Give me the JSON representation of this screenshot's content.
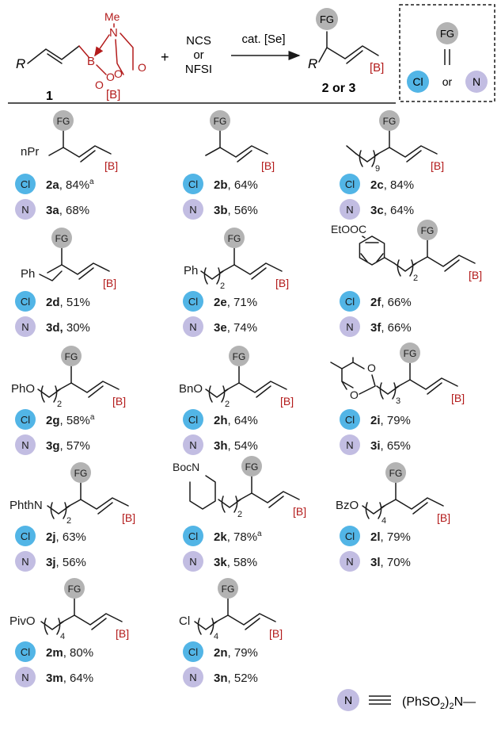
{
  "header": {
    "substrate_label": "1",
    "substrate_R": "R",
    "bmida_N": "N",
    "bmida_Me": "Me",
    "bmida_B": "B",
    "bmida_O": "O",
    "bmida_tag": "[B]",
    "plus": "+",
    "reagent_1": "NCS",
    "reagent_or": "or",
    "reagent_2": "NFSI",
    "catalyst": "cat. [Se]",
    "product_FG": "FG",
    "product_R": "R",
    "product_B": "[B]",
    "product_label": "2 or 3",
    "legend_FG": "FG",
    "legend_Cl": "Cl",
    "legend_or": "or",
    "legend_N": "N"
  },
  "colors": {
    "fg_circle": "#b3b3b3",
    "cl_circle": "#52b5e6",
    "n_circle": "#c2bde2",
    "boron_red": "#b31b1b",
    "text": "#1a1a1a"
  },
  "labels": {
    "fg": "FG",
    "cl": "Cl",
    "n": "N",
    "b": "[B]"
  },
  "compounds": [
    {
      "substituent": "nPr",
      "cl_id": "2a",
      "cl_yield": ", 84%",
      "cl_note": "a",
      "n_id": "3a",
      "n_yield": ", 68%",
      "n_note": ""
    },
    {
      "substituent": "",
      "cl_id": "2b",
      "cl_yield": ", 64%",
      "cl_note": "",
      "n_id": "3b",
      "n_yield": ", 56%",
      "n_note": ""
    },
    {
      "substituent": "",
      "chain_n": "9",
      "cl_id": "2c",
      "cl_yield": ", 84%",
      "cl_note": "",
      "n_id": "3c",
      "n_yield": ", 64%",
      "n_note": ""
    },
    {
      "substituent": "Ph",
      "cl_id": "2d",
      "cl_yield": ", 51%",
      "cl_note": "",
      "n_id": "3d,",
      "n_yield": " 30%",
      "n_note": ""
    },
    {
      "substituent": "Ph",
      "chain_n": "2",
      "cl_id": "2e",
      "cl_yield": ", 71%",
      "cl_note": "",
      "n_id": "3e",
      "n_yield": ", 74%",
      "n_note": ""
    },
    {
      "substituent": "EtOOC",
      "chain_n": "2",
      "cl_id": "2f",
      "cl_yield": ", 66%",
      "cl_note": "",
      "n_id": "3f",
      "n_yield": ", 66%",
      "n_note": ""
    },
    {
      "substituent": "PhO",
      "chain_n": "2",
      "cl_id": "2g",
      "cl_yield": ", 58%",
      "cl_note": "a",
      "n_id": "3g",
      "n_yield": ", 57%",
      "n_note": ""
    },
    {
      "substituent": "BnO",
      "chain_n": "2",
      "cl_id": "2h",
      "cl_yield": ", 64%",
      "cl_note": "",
      "n_id": "3h",
      "n_yield": ", 54%",
      "n_note": ""
    },
    {
      "substituent": "",
      "ring_O": "O",
      "chain_n": "3",
      "cl_id": "2i",
      "cl_yield": ", 79%",
      "cl_note": "",
      "n_id": "3i",
      "n_yield": ", 65%",
      "n_note": ""
    },
    {
      "substituent": "PhthN",
      "chain_n": "2",
      "cl_id": "2j",
      "cl_yield": ", 63%",
      "cl_note": "",
      "n_id": "3j",
      "n_yield": ", 56%",
      "n_note": ""
    },
    {
      "substituent": "BocN",
      "chain_n": "2",
      "cl_id": "2k",
      "cl_yield": ", 78%",
      "cl_note": "a",
      "n_id": "3k",
      "n_yield": ", 58%",
      "n_note": ""
    },
    {
      "substituent": "BzO",
      "chain_n": "4",
      "cl_id": "2l",
      "cl_yield": ", 79%",
      "cl_note": "",
      "n_id": "3l",
      "n_yield": ", 70%",
      "n_note": ""
    },
    {
      "substituent": "PivO",
      "chain_n": "4",
      "cl_id": "2m",
      "cl_yield": ", 80%",
      "cl_note": "",
      "n_id": "3m",
      "n_yield": ", 64%",
      "n_note": ""
    },
    {
      "substituent": "Cl",
      "chain_n": "4",
      "cl_id": "2n",
      "cl_yield": ", 79%",
      "cl_note": "",
      "n_id": "3n",
      "n_yield": ", 52%",
      "n_note": ""
    }
  ],
  "footnote_legend": {
    "n_label": "N",
    "definition": "(PhSO",
    "subscript": "2",
    "definition_end": ")",
    "subscript2": "2",
    "definition_tail": "N—"
  }
}
